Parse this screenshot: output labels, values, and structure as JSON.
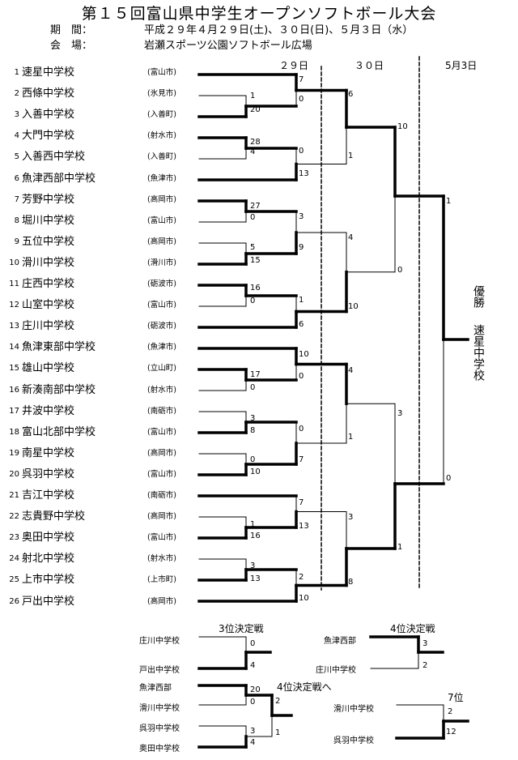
{
  "title": "第１５回富山県中学生オープンソフトボール大会",
  "schedule": {
    "label": "期　間：",
    "value": "平成２９年４月２９日(土)、３０日(日)、５月３日（水）"
  },
  "venue": {
    "label": "会　場：",
    "value": "岩瀬スポーツ公園ソフトボール広場"
  },
  "days": [
    "２９日",
    "３０日",
    "5月3日"
  ],
  "teams": [
    {
      "no": "1",
      "name": "速星中学校",
      "city": "(富山市)"
    },
    {
      "no": "2",
      "name": "西條中学校",
      "city": "(氷見市)"
    },
    {
      "no": "3",
      "name": "入善中学校",
      "city": "(入善町)"
    },
    {
      "no": "4",
      "name": "大門中学校",
      "city": "(射水市)"
    },
    {
      "no": "5",
      "name": "入善西中学校",
      "city": "(入善町)"
    },
    {
      "no": "6",
      "name": "魚津西部中学校",
      "city": "(魚津市)"
    },
    {
      "no": "7",
      "name": "芳野中学校",
      "city": "(高岡市)"
    },
    {
      "no": "8",
      "name": "堀川中学校",
      "city": "(富山市)"
    },
    {
      "no": "9",
      "name": "五位中学校",
      "city": "(高岡市)"
    },
    {
      "no": "10",
      "name": "滑川中学校",
      "city": "(滑川市)"
    },
    {
      "no": "11",
      "name": "庄西中学校",
      "city": "(砺波市)"
    },
    {
      "no": "12",
      "name": "山室中学校",
      "city": "(富山市)"
    },
    {
      "no": "13",
      "name": "庄川中学校",
      "city": "(砺波市)"
    },
    {
      "no": "14",
      "name": "魚津東部中学校",
      "city": "(魚津市)"
    },
    {
      "no": "15",
      "name": "雄山中学校",
      "city": "(立山町)"
    },
    {
      "no": "16",
      "name": "新湊南部中学校",
      "city": "(射水市)"
    },
    {
      "no": "17",
      "name": "井波中学校",
      "city": "(南砺市)"
    },
    {
      "no": "18",
      "name": "富山北部中学校",
      "city": "(富山市)"
    },
    {
      "no": "19",
      "name": "南星中学校",
      "city": "(高岡市)"
    },
    {
      "no": "20",
      "name": "呉羽中学校",
      "city": "(富山市)"
    },
    {
      "no": "21",
      "name": "吉江中学校",
      "city": "(南砺市)"
    },
    {
      "no": "22",
      "name": "志貴野中学校",
      "city": "(高岡市)"
    },
    {
      "no": "23",
      "name": "奥田中学校",
      "city": "(富山市)"
    },
    {
      "no": "24",
      "name": "射北中学校",
      "city": "(射水市)"
    },
    {
      "no": "25",
      "name": "上市中学校",
      "city": "(上市町)"
    },
    {
      "no": "26",
      "name": "戸出中学校",
      "city": "(高岡市)"
    }
  ],
  "scores": {
    "r1": [
      {
        "a": "1",
        "b": "20"
      },
      {
        "a": "28",
        "b": "4"
      },
      {
        "a": "27",
        "b": "0"
      },
      {
        "a": "5",
        "b": "15"
      },
      {
        "a": "16",
        "b": "0"
      },
      {
        "a": "17",
        "b": "0"
      },
      {
        "a": "3",
        "b": "8"
      },
      {
        "a": "0",
        "b": "10"
      },
      {
        "a": "1",
        "b": "16"
      },
      {
        "a": "3",
        "b": "13"
      }
    ],
    "r2": [
      {
        "a": "7",
        "b": "0"
      },
      {
        "a": "0",
        "b": "13"
      },
      {
        "a": "3",
        "b": "9"
      },
      {
        "a": "1",
        "b": "6"
      },
      {
        "a": "10",
        "b": "0"
      },
      {
        "a": "0",
        "b": "7"
      },
      {
        "a": "7",
        "b": "13"
      },
      {
        "a": "2",
        "b": "10"
      }
    ],
    "r3": [
      {
        "a": "6",
        "b": "1"
      },
      {
        "a": "4",
        "b": "10"
      },
      {
        "a": "4",
        "b": "1"
      },
      {
        "a": "3",
        "b": "8"
      }
    ],
    "r4": [
      {
        "a": "10",
        "b": "0"
      },
      {
        "a": "3",
        "b": "1"
      }
    ],
    "final": {
      "a": "1",
      "b": "0"
    }
  },
  "champion": {
    "label": "優勝",
    "name": "速星中学校"
  },
  "third_place": {
    "title": "3位決定戦",
    "team_a": "庄川中学校",
    "team_b": "戸出中学校",
    "score_a": "0",
    "score_b": "4"
  },
  "fourth_place": {
    "title": "4位決定戦",
    "team_a": "魚津西部",
    "team_b": "庄川中学校",
    "score_a": "3",
    "score_b": "2"
  },
  "to_fourth": {
    "title": "4位決定戦へ",
    "teams": [
      "魚津西部",
      "滑川中学校",
      "呉羽中学校",
      "奥田中学校"
    ],
    "scores": {
      "m1a": "20",
      "m1b": "0",
      "m2a": "3",
      "m2b": "4",
      "fa": "2",
      "fb": "1"
    }
  },
  "seventh_place": {
    "title": "7位",
    "team_a": "滑川中学校",
    "team_b": "呉羽中学校",
    "score_a": "2",
    "score_b": "12"
  }
}
